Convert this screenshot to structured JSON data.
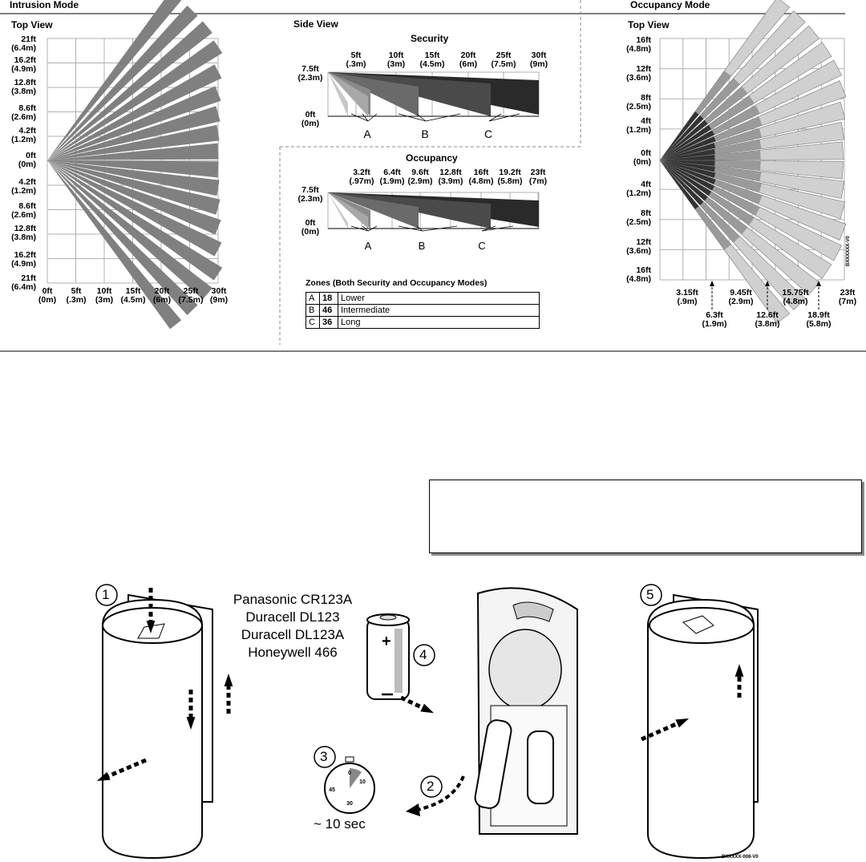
{
  "headers": {
    "intrusion": "Intrusion Mode",
    "occupancy": "Occupancy Mode"
  },
  "top_view": {
    "title": "Top View",
    "y_labels": [
      "21ft\n(6.4m)",
      "16.2ft\n(4.9m)",
      "12.8ft\n(3.8m)",
      "8.6ft\n(2.6m)",
      "4.2ft\n(1.2m)",
      "0ft\n(0m)",
      "4.2ft\n(1.2m)",
      "8.6ft\n(2.6m)",
      "12.8ft\n(3.8m)",
      "16.2ft\n(4.9m)",
      "21ft\n(6.4m)"
    ],
    "x_labels": [
      "0ft\n(0m)",
      "5ft\n(.3m)",
      "10ft\n(3m)",
      "15ft\n(4.5m)",
      "20ft\n(6m)",
      "25ft\n(7.5m)",
      "30ft\n(9m)"
    ]
  },
  "side_view": {
    "title": "Side View",
    "security_title": "Security",
    "security_x": [
      "5ft\n(.3m)",
      "10ft\n(3m)",
      "15ft\n(4.5m)",
      "20ft\n(6m)",
      "25ft\n(7.5m)",
      "30ft\n(9m)"
    ],
    "occupancy_title": "Occupancy",
    "occupancy_x": [
      "3.2ft\n(.97m)",
      "6.4ft\n(1.9m)",
      "9.6ft\n(2.9m)",
      "12.8ft\n(3.9m)",
      "16ft\n(4.8m)",
      "19.2ft\n(5.8m)",
      "23ft\n(7m)"
    ],
    "height_top": "7.5ft\n(2.3m)",
    "height_bottom": "0ft\n(0m)",
    "zone_letters": [
      "A",
      "B",
      "C"
    ]
  },
  "zones": {
    "title": "Zones (Both Security and Occupancy Modes)",
    "rows": [
      {
        "letter": "A",
        "count": "18",
        "name": "Lower"
      },
      {
        "letter": "B",
        "count": "46",
        "name": "Intermediate"
      },
      {
        "letter": "C",
        "count": "36",
        "name": "Long"
      }
    ]
  },
  "occ_top_view": {
    "title": "Top View",
    "y_labels": [
      "16ft\n(4.8m)",
      "12ft\n(3.6m)",
      "8ft\n(2.5m)",
      "4ft\n(1.2m)",
      "0ft\n(0m)",
      "4ft\n(1.2m)",
      "8ft\n(2.5m)",
      "12ft\n(3.6m)",
      "16ft\n(4.8m)"
    ],
    "x_labels_upper": [
      "3.15ft\n(.9m)",
      "9.45ft\n(2.9m)",
      "15.75ft\n(4.8m)",
      "23ft\n(7m)"
    ],
    "x_labels_lower": [
      "6.3ft\n(1.9m)",
      "12.6ft\n(3.8m)",
      "18.9ft\n(5.8m)"
    ],
    "code": "BXXXXXX-V0"
  },
  "battery": {
    "brands": [
      "Panasonic CR123A",
      "Duracell DL123",
      "Duracell DL123A",
      "Honeywell 466"
    ],
    "steps": [
      "1",
      "2",
      "3",
      "4",
      "5"
    ],
    "timer_label": "~ 10 sec",
    "dial": [
      "0",
      "10",
      "30",
      "45"
    ],
    "figure_code": "BXXXXX-008-V0"
  },
  "colors": {
    "beam": "#808080",
    "beam_light": "#d0d0d0",
    "beam_dark": "#333333",
    "grid": "#b0b0b0"
  }
}
